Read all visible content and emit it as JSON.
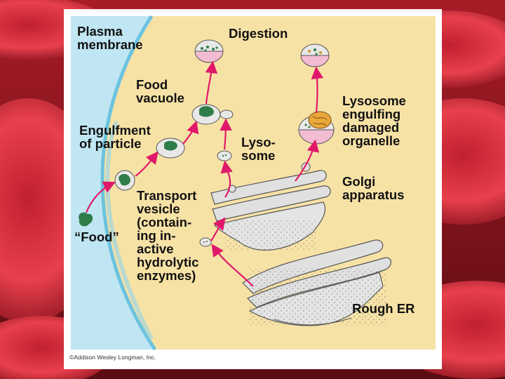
{
  "colors": {
    "background_red": "#b01c28",
    "cytoplasm": "#f7e2a6",
    "extracellular": "#bfe6f2",
    "membrane": "#6cc3df",
    "arrow": "#e0186a",
    "food": "#2f7d4a",
    "organelle": "#e0e0e0"
  },
  "labels": {
    "plasma_membrane": [
      "Plasma",
      "membrane"
    ],
    "digestion": "Digestion",
    "food_vacuole": [
      "Food",
      "vacuole"
    ],
    "engulfment": [
      "Engulfment",
      "of particle"
    ],
    "lysosome": [
      "Lyso-",
      "some"
    ],
    "lysosome_engulfing": [
      "Lysosome",
      "engulfing",
      "damaged",
      "organelle"
    ],
    "golgi": [
      "Golgi",
      "apparatus"
    ],
    "transport_vesicle": [
      "Transport",
      "vesicle",
      "(contain-",
      "ing in-",
      "active",
      "hydrolytic",
      "enzymes)"
    ],
    "food": "“Food”",
    "rough_er": "Rough ER"
  },
  "credit": "©Addison Wesley Longman, Inc."
}
